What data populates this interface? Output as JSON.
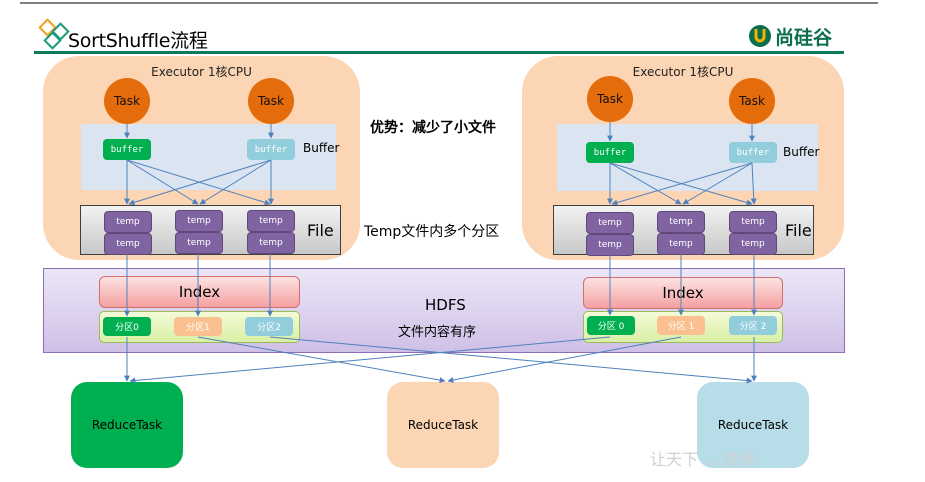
{
  "header": {
    "title": "SortShuffle流程",
    "logo_text": "尚硅谷",
    "logo_icon": "silicon-valley-u-logo-icon",
    "title_icon": "diamond-squares-icon"
  },
  "annotations": {
    "advantage": "优势：减少了小文件",
    "temp_note": "Temp文件内多个分区"
  },
  "executors": [
    {
      "label": "Executor 1核CPU",
      "tasks": [
        "Task",
        "Task"
      ],
      "buffers": [
        "buffer",
        "buffer"
      ],
      "buffer_label": "Buffer",
      "temps": [
        [
          "temp",
          "temp"
        ],
        [
          "temp",
          "temp"
        ],
        [
          "temp",
          "temp"
        ]
      ],
      "file_label": "File"
    },
    {
      "label": "Executor 1核CPU",
      "tasks": [
        "Task",
        "Task"
      ],
      "buffers": [
        "buffer",
        "buffer"
      ],
      "buffer_label": "Buffer",
      "temps": [
        [
          "temp",
          "temp"
        ],
        [
          "temp",
          "temp"
        ],
        [
          "temp",
          "temp"
        ]
      ],
      "file_label": "File"
    }
  ],
  "hdfs": {
    "label": "HDFS",
    "sublabel": "文件内容有序",
    "groups": [
      {
        "index_label": "Index",
        "partitions": [
          "分区0",
          "分区1",
          "分区2"
        ]
      },
      {
        "index_label": "Index",
        "partitions": [
          "分区 0",
          "分区 1",
          "分区 2"
        ]
      }
    ]
  },
  "reduce_tasks": [
    "ReduceTask",
    "ReduceTask",
    "ReduceTask"
  ],
  "colors": {
    "task": "#e46c0a",
    "executor_bg": "#fbd5b4",
    "buffer_green": "#00b050",
    "buffer_blue": "#92cddc",
    "temp": "#8064a2",
    "reduce_0": "#00b050",
    "reduce_1": "#fbd5b4",
    "reduce_2": "#b7dde8",
    "arrow": "#4f81bd",
    "header_line": "#0b7a5a"
  },
  "watermark": "让天下 ... 技术"
}
